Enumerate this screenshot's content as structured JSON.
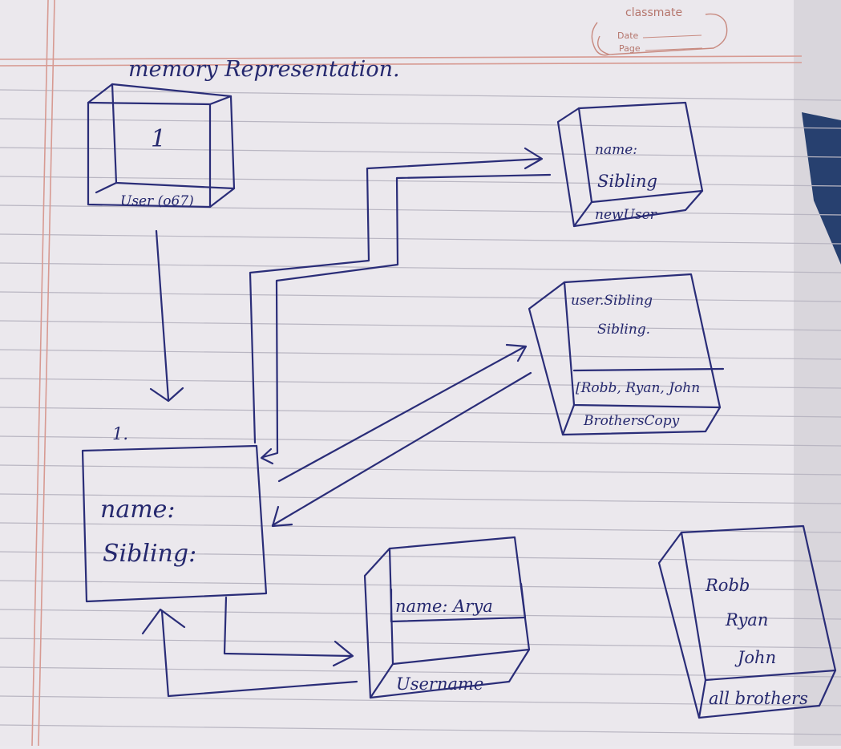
{
  "header": {
    "brand": "classmate",
    "date_label": "Date",
    "page_label": "Page",
    "title": "memory Representation."
  },
  "boxes": {
    "top_left": {
      "value": "1",
      "label": "User (o67)"
    },
    "main_object": {
      "number": "1.",
      "field_name": "name:",
      "field_sibling": "Sibling:"
    },
    "new_user": {
      "field_name": "name:",
      "field_sibling": "Sibling",
      "label": "newUser"
    },
    "brothers_copy": {
      "line1": "user.Sibling",
      "line2": "Sibling.",
      "array": "[Robb, Ryan, John",
      "label": "BrothersCopy"
    },
    "user_name": {
      "value": "name: Arya",
      "label": "Username"
    },
    "all_brothers": {
      "items": [
        "Robb",
        "Ryan",
        "John"
      ],
      "label": "all brothers"
    }
  },
  "colors": {
    "ink": "#2a2d78",
    "paper": "#ece9ee",
    "rule": "#b9b6c2",
    "margin": "#d79a92"
  }
}
